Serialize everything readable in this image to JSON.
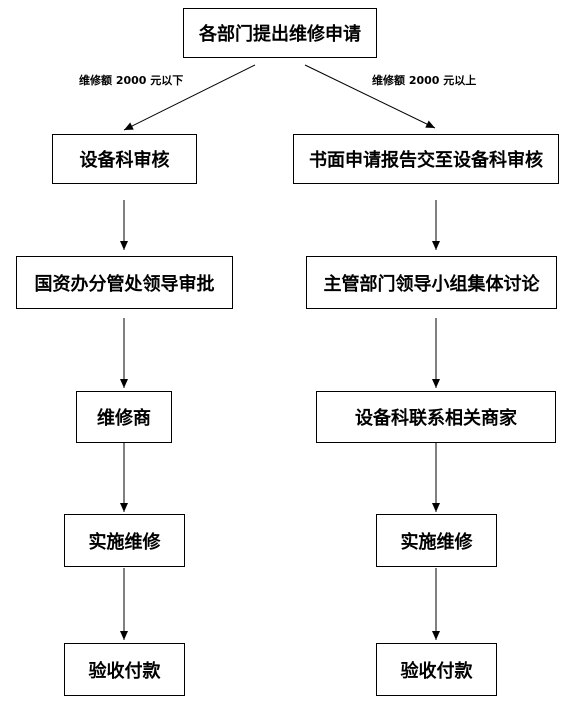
{
  "top": {
    "label": "各部门提出维修申请"
  },
  "conditions": {
    "left": "维修额 2000 元以下",
    "right": "维修额 2000 元以上"
  },
  "left_branch": [
    {
      "label": "设备科审核"
    },
    {
      "label": "国资办分管处领导审批"
    },
    {
      "label": "维修商"
    },
    {
      "label": "实施维修"
    },
    {
      "label": "验收付款"
    }
  ],
  "right_branch": [
    {
      "label": "书面申请报告交至设备科审核"
    },
    {
      "label": "主管部门领导小组集体讨论"
    },
    {
      "label": "设备科联系相关商家"
    },
    {
      "label": "实施维修"
    },
    {
      "label": "验收付款"
    }
  ]
}
